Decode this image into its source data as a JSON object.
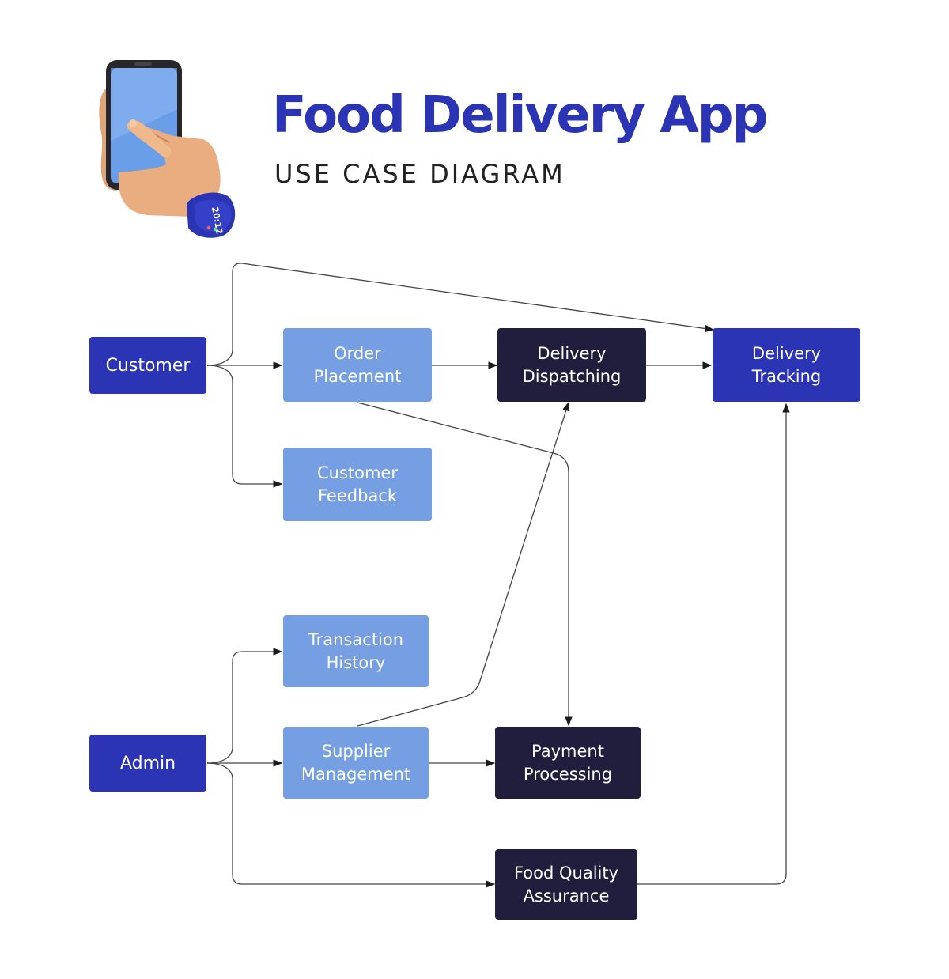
{
  "header": {
    "title": "Food Delivery App",
    "subtitle": "USE CASE DIAGRAM",
    "watch_time": "20:12"
  },
  "colors": {
    "title": "#2a34b4",
    "subtitle": "#222222",
    "actor": "#2a34b5",
    "usecase_light": "#769fe3",
    "usecase_dark": "#1f1f3d",
    "tracking": "#2a34b5",
    "edge": "#444444"
  },
  "nodes": {
    "customer": "Customer",
    "admin": "Admin",
    "order_placement": [
      "Order",
      "Placement"
    ],
    "customer_feedback": [
      "Customer",
      "Feedback"
    ],
    "transaction_history": [
      "Transaction",
      "History"
    ],
    "supplier_management": [
      "Supplier",
      "Management"
    ],
    "delivery_dispatching": [
      "Delivery",
      "Dispatching"
    ],
    "delivery_tracking": [
      "Delivery",
      "Tracking"
    ],
    "payment_processing": [
      "Payment",
      "Processing"
    ],
    "food_quality_assurance": [
      "Food Quality",
      "Assurance"
    ]
  },
  "edges": [
    {
      "from": "customer",
      "to": "order_placement"
    },
    {
      "from": "customer",
      "to": "customer_feedback"
    },
    {
      "from": "customer",
      "to": "delivery_tracking"
    },
    {
      "from": "order_placement",
      "to": "delivery_dispatching"
    },
    {
      "from": "order_placement",
      "to": "payment_processing"
    },
    {
      "from": "delivery_dispatching",
      "to": "delivery_tracking"
    },
    {
      "from": "admin",
      "to": "transaction_history"
    },
    {
      "from": "admin",
      "to": "supplier_management"
    },
    {
      "from": "admin",
      "to": "food_quality_assurance"
    },
    {
      "from": "supplier_management",
      "to": "payment_processing"
    },
    {
      "from": "supplier_management",
      "to": "delivery_dispatching"
    },
    {
      "from": "food_quality_assurance",
      "to": "delivery_tracking"
    }
  ]
}
